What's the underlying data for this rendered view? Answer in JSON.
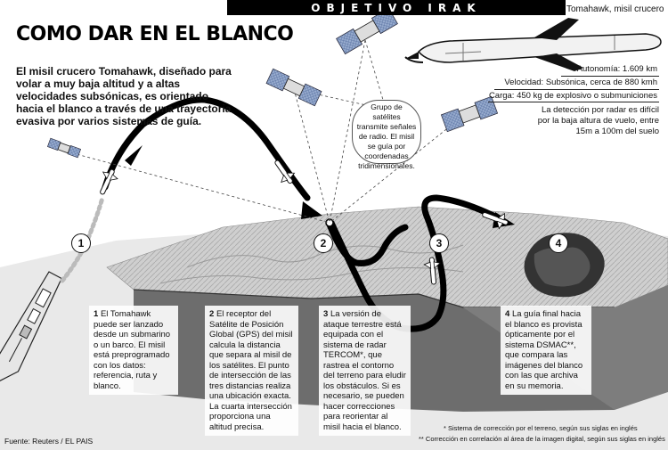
{
  "header": {
    "section": "OBJETIVO IRAK",
    "missile_name": "Tomahawk, misil crucero"
  },
  "title": "COMO DAR EN EL BLANCO",
  "intro": "El misil crucero Tomahawk, diseñado para volar a muy baja altitud y a altas velocidades subsónicas, es orientado hacia el blanco a través de una trayectoria evasiva por varios sistemas de guía.",
  "specs": {
    "autonomy": "Autonomía: 1.609 km",
    "speed": "Velocidad: Subsónica, cerca de 880 kmh",
    "load": "Carga: 450 kg de explosivo o submuniciones"
  },
  "radar_note": "La detección por radar es difícil por la baja altura de vuelo, entre 15m a 100m del suelo",
  "satellite_note": "Grupo de satélites transmite señales de radio. El misil se guía por coordenadas tridimensionales.",
  "steps": [
    {
      "number": "1",
      "text": "El Tomahawk puede ser lanzado desde un submarino o un barco. El misil está preprogramado con los datos: referencia, ruta y blanco."
    },
    {
      "number": "2",
      "text": "El receptor del Satélite de Posición Global (GPS) del misil calcula la distancia que separa al misil de los satélites. El punto de intersección de las tres distancias realiza una ubicación exacta. La cuarta intersección proporciona una altitud precisa."
    },
    {
      "number": "3",
      "text": "La versión de ataque terrestre está equipada con el sistema de radar TERCOM*, que rastrea el contorno del terreno para eludir los obstáculos. Si es necesario, se pueden hacer correcciones para reorientar al misil hacia el blanco."
    },
    {
      "number": "4",
      "text": "La guía final hacia el blanco es provista ópticamente por el sistema DSMAC**, que compara las imágenes del blanco con las que archiva en su memoria."
    }
  ],
  "footnotes": {
    "note1": "* Sistema de corrección por el terreno, según sus siglas en inglés",
    "note2": "** Corrección en correlación al área de la imagen digital, según sus siglas en inglés"
  },
  "source": "Fuente: Reuters / EL PAIS"
}
